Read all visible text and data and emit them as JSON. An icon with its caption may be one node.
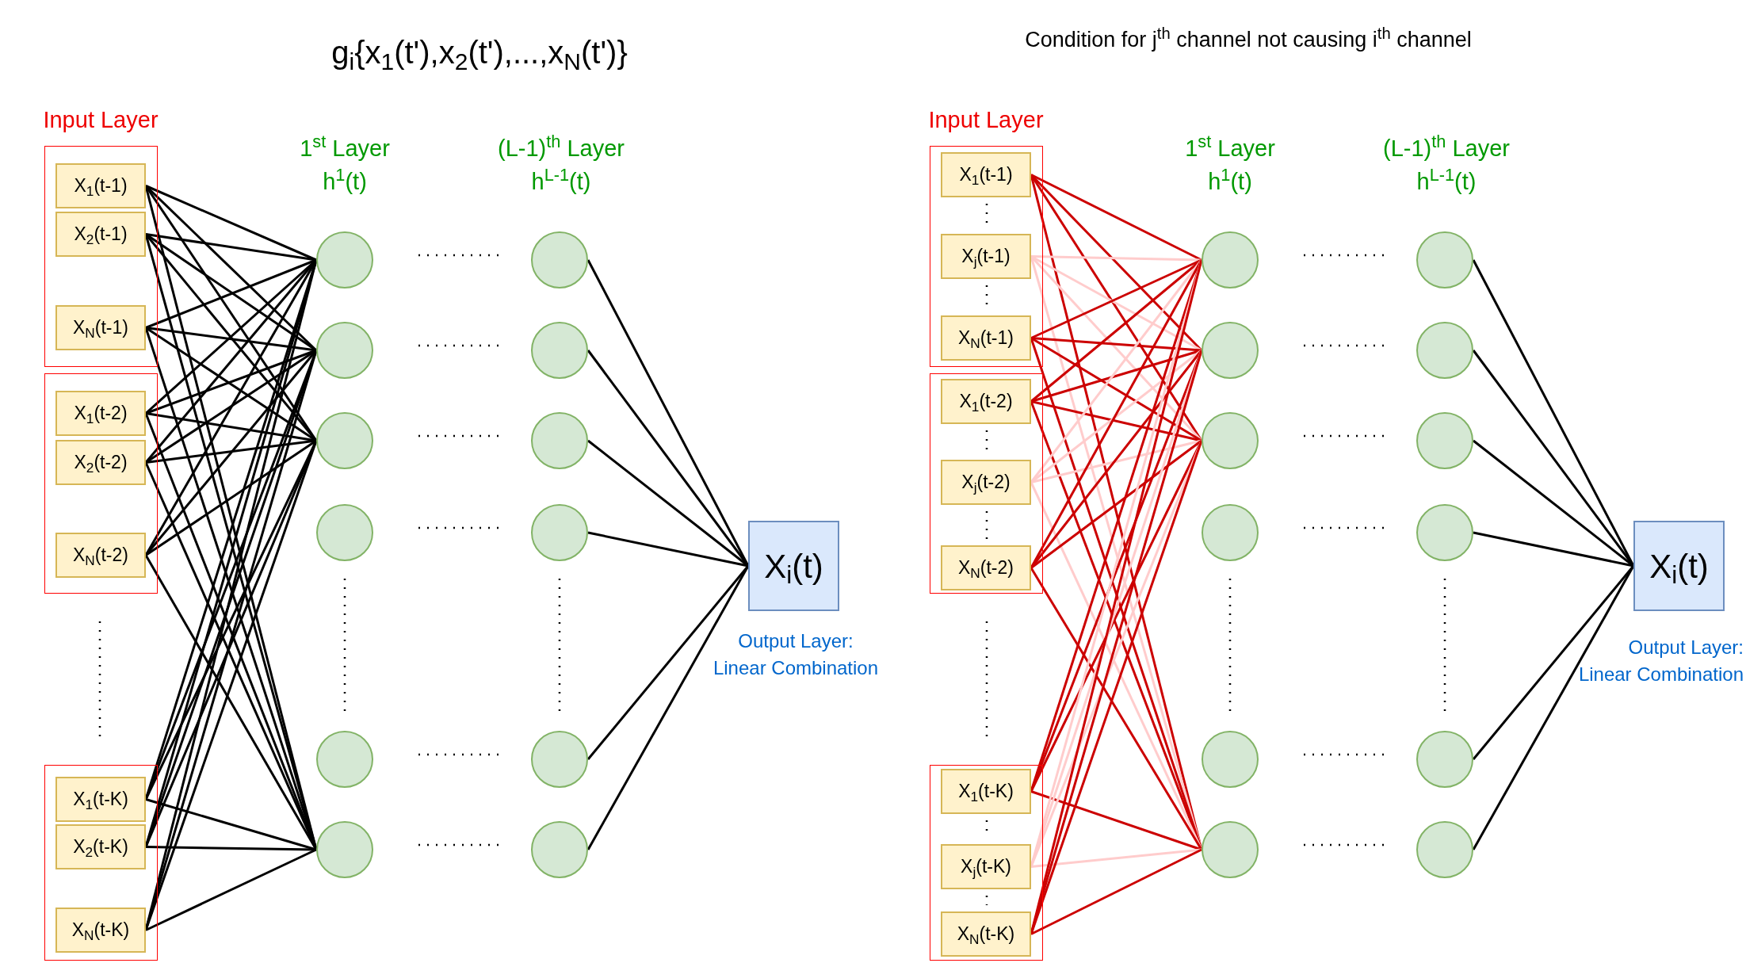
{
  "diagram": {
    "nodes": [
      {
        "text": [],
        "shape": "box"
      },
      {
        "text": [
          "X$_{1}$(t-1)"
        ],
        "in": 0
      },
      {
        "text": [
          "X$_{2}$(t-1)"
        ],
        "in": 0
      },
      {
        "text": [
          "X$_{N}$(t-1)"
        ],
        "in": 0
      },
      {
        "text": [],
        "shape": "box"
      },
      {
        "text": [
          "X$_{1}$(t-2)"
        ],
        "in": 4
      },
      {
        "text": [
          "X$_{2}$(t-2)"
        ],
        "in": 4
      },
      {
        "text": [
          "X$_{N}$(t-2)"
        ],
        "in": 4
      },
      {
        "text": [],
        "shape": "box"
      },
      {
        "text": [
          "X$_{1}$(t-K)"
        ],
        "in": 8
      },
      {
        "text": [
          "X$_{2}$(t-K)"
        ],
        "in": 8
      },
      {
        "text": [
          "X$_{N}$(t-K)"
        ],
        "in": 8
      },
      {
        "text": [],
        "shape": "circle"
      },
      {
        "text": [],
        "shape": "circle"
      },
      {
        "text": [],
        "shape": "circle"
      },
      {
        "text": [],
        "shape": "circle"
      },
      {
        "text": [],
        "shape": "circle"
      },
      {
        "text": [],
        "shape": "circle"
      },
      {
        "text": [],
        "shape": "circle"
      },
      {
        "text": [],
        "shape": "circle"
      },
      {
        "text": [],
        "shape": "circle"
      },
      {
        "text": [],
        "shape": "circle"
      },
      {
        "text": [],
        "shape": "circle"
      },
      {
        "text": [],
        "shape": "circle"
      },
      {
        "text": [
          "X$_{i}$(t)"
        ],
        "beside": [
          "Output Layer: Linear Combination"
        ]
      },
      {
        "text": [],
        "shape": "box"
      },
      {
        "text": [
          "X$_{1}$(t-1)"
        ],
        "in": 25
      },
      {
        "text": [
          "X$_{j}$(t-1)"
        ],
        "in": 25
      },
      {
        "text": [
          "X$_{N}$(t-1)"
        ],
        "in": 25
      },
      {
        "text": [],
        "shape": "box"
      },
      {
        "text": [
          "X$_{1}$(t-2)"
        ],
        "in": 29
      },
      {
        "text": [
          "X$_{j}$(t-2)"
        ],
        "in": 29
      },
      {
        "text": [
          "X$_{N}$(t-2)"
        ],
        "in": 29
      },
      {
        "text": [],
        "shape": "box"
      },
      {
        "text": [
          "X$_{1}$(t-K)"
        ],
        "in": 33
      },
      {
        "text": [
          "X$_{j}$(t-K)"
        ],
        "in": 33
      },
      {
        "text": [
          "X$_{N}$(t-K)"
        ],
        "in": 33
      },
      {
        "text": [],
        "shape": "circle"
      },
      {
        "text": [],
        "shape": "circle"
      },
      {
        "text": [],
        "shape": "circle"
      },
      {
        "text": [],
        "shape": "circle"
      },
      {
        "text": [],
        "shape": "circle"
      },
      {
        "text": [],
        "shape": "circle"
      },
      {
        "text": [],
        "shape": "circle"
      },
      {
        "text": [],
        "shape": "circle"
      },
      {
        "text": [],
        "shape": "circle"
      },
      {
        "text": [],
        "shape": "circle"
      },
      {
        "text": [],
        "shape": "circle"
      },
      {
        "text": [],
        "shape": "circle"
      },
      {
        "text": [
          "X$_{i}$(t)"
        ],
        "beside": [
          "Output Layer: Linear Combination"
        ]
      }
    ],
    "edges": [
      {
        "from": 1,
        "to": 12,
        "arrow": "none"
      },
      {
        "from": 1,
        "to": 13,
        "arrow": "none"
      },
      {
        "from": 1,
        "to": 14,
        "arrow": "none"
      },
      {
        "from": 1,
        "to": 17,
        "arrow": "none"
      },
      {
        "from": 2,
        "to": 12,
        "arrow": "none"
      },
      {
        "from": 2,
        "to": 13,
        "arrow": "none"
      },
      {
        "from": 2,
        "to": 14,
        "arrow": "none"
      },
      {
        "from": 2,
        "to": 17,
        "arrow": "none"
      },
      {
        "from": 3,
        "to": 12,
        "arrow": "none"
      },
      {
        "from": 3,
        "to": 13,
        "arrow": "none"
      },
      {
        "from": 3,
        "to": 14,
        "arrow": "none"
      },
      {
        "from": 3,
        "to": 17,
        "arrow": "none"
      },
      {
        "from": 5,
        "to": 12,
        "arrow": "none"
      },
      {
        "from": 5,
        "to": 13,
        "arrow": "none"
      },
      {
        "from": 5,
        "to": 14,
        "arrow": "none"
      },
      {
        "from": 5,
        "to": 17,
        "arrow": "none"
      },
      {
        "from": 6,
        "to": 12,
        "arrow": "none"
      },
      {
        "from": 6,
        "to": 13,
        "arrow": "none"
      },
      {
        "from": 6,
        "to": 14,
        "arrow": "none"
      },
      {
        "from": 6,
        "to": 17,
        "arrow": "none"
      },
      {
        "from": 7,
        "to": 12,
        "arrow": "none"
      },
      {
        "from": 7,
        "to": 13,
        "arrow": "none"
      },
      {
        "from": 7,
        "to": 14,
        "arrow": "none"
      },
      {
        "from": 7,
        "to": 17,
        "arrow": "none"
      },
      {
        "from": 9,
        "to": 12,
        "arrow": "none"
      },
      {
        "from": 9,
        "to": 13,
        "arrow": "none"
      },
      {
        "from": 9,
        "to": 14,
        "arrow": "none"
      },
      {
        "from": 9,
        "to": 17,
        "arrow": "none"
      },
      {
        "from": 10,
        "to": 12,
        "arrow": "none"
      },
      {
        "from": 10,
        "to": 13,
        "arrow": "none"
      },
      {
        "from": 10,
        "to": 14,
        "arrow": "none"
      },
      {
        "from": 10,
        "to": 17,
        "arrow": "none"
      },
      {
        "from": 11,
        "to": 12,
        "arrow": "none"
      },
      {
        "from": 11,
        "to": 13,
        "arrow": "none"
      },
      {
        "from": 11,
        "to": 14,
        "arrow": "none"
      },
      {
        "from": 11,
        "to": 17,
        "arrow": "none"
      },
      {
        "from": 18,
        "to": 24,
        "arrow": "none"
      },
      {
        "from": 19,
        "to": 24,
        "arrow": "none"
      },
      {
        "from": 20,
        "to": 24,
        "arrow": "none"
      },
      {
        "from": 21,
        "to": 24,
        "arrow": "none"
      },
      {
        "from": 22,
        "to": 24,
        "arrow": "none"
      },
      {
        "from": 23,
        "to": 24,
        "arrow": "none"
      },
      {
        "from": 26,
        "to": 37,
        "arrow": "none",
        "color": "#cc0000"
      },
      {
        "from": 26,
        "to": 38,
        "arrow": "none",
        "color": "#cc0000"
      },
      {
        "from": 26,
        "to": 39,
        "arrow": "none",
        "color": "#cc0000"
      },
      {
        "from": 26,
        "to": 42,
        "arrow": "none",
        "color": "#cc0000"
      },
      {
        "from": 27,
        "to": 37,
        "arrow": "none",
        "color": "#ffcccc"
      },
      {
        "from": 27,
        "to": 38,
        "arrow": "none",
        "color": "#ffcccc"
      },
      {
        "from": 27,
        "to": 39,
        "arrow": "none",
        "color": "#ffcccc"
      },
      {
        "from": 27,
        "to": 42,
        "arrow": "none",
        "color": "#ffcccc"
      },
      {
        "from": 28,
        "to": 37,
        "arrow": "none",
        "color": "#cc0000"
      },
      {
        "from": 28,
        "to": 38,
        "arrow": "none",
        "color": "#cc0000"
      },
      {
        "from": 28,
        "to": 39,
        "arrow": "none",
        "color": "#cc0000"
      },
      {
        "from": 28,
        "to": 42,
        "arrow": "none",
        "color": "#cc0000"
      },
      {
        "from": 30,
        "to": 37,
        "arrow": "none",
        "color": "#cc0000"
      },
      {
        "from": 30,
        "to": 38,
        "arrow": "none",
        "color": "#cc0000"
      },
      {
        "from": 30,
        "to": 39,
        "arrow": "none",
        "color": "#cc0000"
      },
      {
        "from": 30,
        "to": 42,
        "arrow": "none",
        "color": "#cc0000"
      },
      {
        "from": 31,
        "to": 37,
        "arrow": "none",
        "color": "#ffcccc"
      },
      {
        "from": 31,
        "to": 38,
        "arrow": "none",
        "color": "#ffcccc"
      },
      {
        "from": 31,
        "to": 39,
        "arrow": "none",
        "color": "#ffcccc"
      },
      {
        "from": 31,
        "to": 42,
        "arrow": "none",
        "color": "#ffcccc"
      },
      {
        "from": 32,
        "to": 37,
        "arrow": "none",
        "color": "#cc0000"
      },
      {
        "from": 32,
        "to": 38,
        "arrow": "none",
        "color": "#cc0000"
      },
      {
        "from": 32,
        "to": 39,
        "arrow": "none",
        "color": "#cc0000"
      },
      {
        "from": 32,
        "to": 42,
        "arrow": "none",
        "color": "#cc0000"
      },
      {
        "from": 34,
        "to": 37,
        "arrow": "none",
        "color": "#cc0000"
      },
      {
        "from": 34,
        "to": 38,
        "arrow": "none",
        "color": "#cc0000"
      },
      {
        "from": 34,
        "to": 39,
        "arrow": "none",
        "color": "#cc0000"
      },
      {
        "from": 34,
        "to": 42,
        "arrow": "none",
        "color": "#cc0000"
      },
      {
        "from": 35,
        "to": 37,
        "arrow": "none",
        "color": "#ffcccc"
      },
      {
        "from": 35,
        "to": 38,
        "arrow": "none",
        "color": "#ffcccc"
      },
      {
        "from": 35,
        "to": 39,
        "arrow": "none",
        "color": "#ffcccc"
      },
      {
        "from": 35,
        "to": 42,
        "arrow": "none",
        "color": "#ffcccc"
      },
      {
        "from": 36,
        "to": 37,
        "arrow": "none",
        "color": "#cc0000"
      },
      {
        "from": 36,
        "to": 38,
        "arrow": "none",
        "color": "#cc0000"
      },
      {
        "from": 36,
        "to": 39,
        "arrow": "none",
        "color": "#cc0000"
      },
      {
        "from": 36,
        "to": 42,
        "arrow": "none",
        "color": "#cc0000"
      },
      {
        "from": 43,
        "to": 49,
        "arrow": "none"
      },
      {
        "from": 44,
        "to": 49,
        "arrow": "none"
      },
      {
        "from": 45,
        "to": 49,
        "arrow": "none"
      },
      {
        "from": 46,
        "to": 49,
        "arrow": "none"
      },
      {
        "from": 47,
        "to": 49,
        "arrow": "none"
      },
      {
        "from": 48,
        "to": 49,
        "arrow": "none"
      }
    ],
    "labels": [
      "g$_{i}${x$_{1}$(t'),x$_{2}$(t'),...,x$_{N}$(t')}",
      "Condition for j$^{th}$ channel not causing i$^{th}$ channel",
      "Input Layer",
      "1$^{st}$ Layer",
      "h$^{1}$(t)",
      "(L-1)$^{th}$ Layer",
      "h$^{L-1}$(t)",
      "Input Layer",
      "1$^{st}$ Layer",
      "h$^{1}$(t)",
      "(L-1)$^{th}$ Layer",
      "h$^{L-1}$(t)"
    ]
  }
}
